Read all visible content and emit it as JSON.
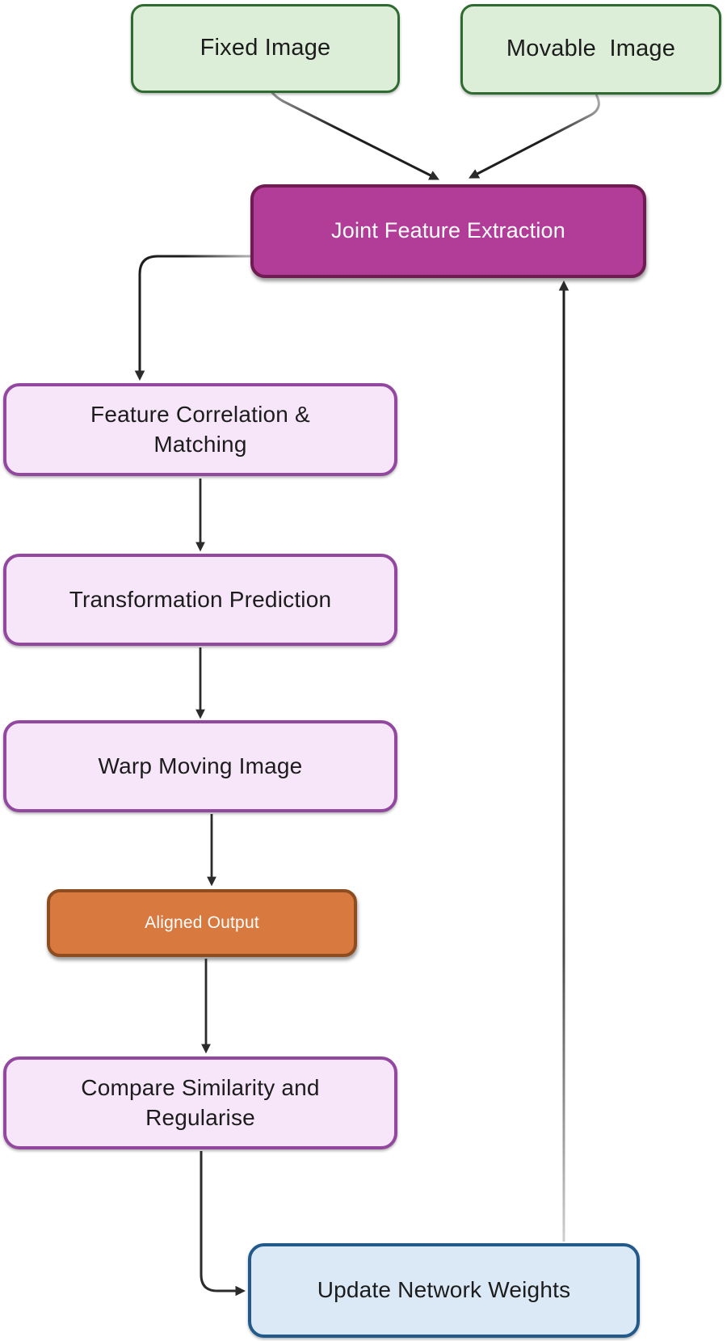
{
  "diagram": {
    "type": "flowchart",
    "description": "Deep learning image registration training loop",
    "nodes": {
      "fixed_image": {
        "label": "Fixed Image",
        "fill": "#ddeed8",
        "border": "#2f6b31",
        "text_color": "#1c1c1c"
      },
      "movable_image": {
        "label": "Movable  Image",
        "fill": "#ddeed8",
        "border": "#2f6b31",
        "text_color": "#1c1c1c"
      },
      "joint_feature_extraction": {
        "label": "Joint Feature Extraction",
        "fill": "#b23d99",
        "border": "#6f1c52",
        "text_color": "#ffffff"
      },
      "feature_correlation_matching": {
        "label": "Feature Correlation &\nMatching",
        "fill": "#f7e6fa",
        "border": "#91489e",
        "text_color": "#1c1c1c"
      },
      "transformation_prediction": {
        "label": "Transformation Prediction",
        "fill": "#f7e6fa",
        "border": "#91489e",
        "text_color": "#1c1c1c"
      },
      "warp_moving_image": {
        "label": "Warp Moving Image",
        "fill": "#f7e6fa",
        "border": "#91489e",
        "text_color": "#1c1c1c"
      },
      "aligned_output": {
        "label": "Aligned Output",
        "fill": "#d87940",
        "border": "#8e4d20",
        "text_color": "#ffffff"
      },
      "compare_similarity_regularise": {
        "label": "Compare Similarity and\nRegularise",
        "fill": "#f7e6fa",
        "border": "#91489e",
        "text_color": "#1c1c1c"
      },
      "update_network_weights": {
        "label": "Update Network Weights",
        "fill": "#dbe9f7",
        "border": "#235a8c",
        "text_color": "#1c1c1c"
      }
    },
    "edges": [
      {
        "from": "fixed_image",
        "to": "joint_feature_extraction"
      },
      {
        "from": "movable_image",
        "to": "joint_feature_extraction"
      },
      {
        "from": "joint_feature_extraction",
        "to": "feature_correlation_matching"
      },
      {
        "from": "feature_correlation_matching",
        "to": "transformation_prediction"
      },
      {
        "from": "transformation_prediction",
        "to": "warp_moving_image"
      },
      {
        "from": "warp_moving_image",
        "to": "aligned_output"
      },
      {
        "from": "aligned_output",
        "to": "compare_similarity_regularise"
      },
      {
        "from": "compare_similarity_regularise",
        "to": "update_network_weights"
      },
      {
        "from": "update_network_weights",
        "to": "joint_feature_extraction"
      }
    ],
    "arrow_color": "#2b2b2b"
  }
}
